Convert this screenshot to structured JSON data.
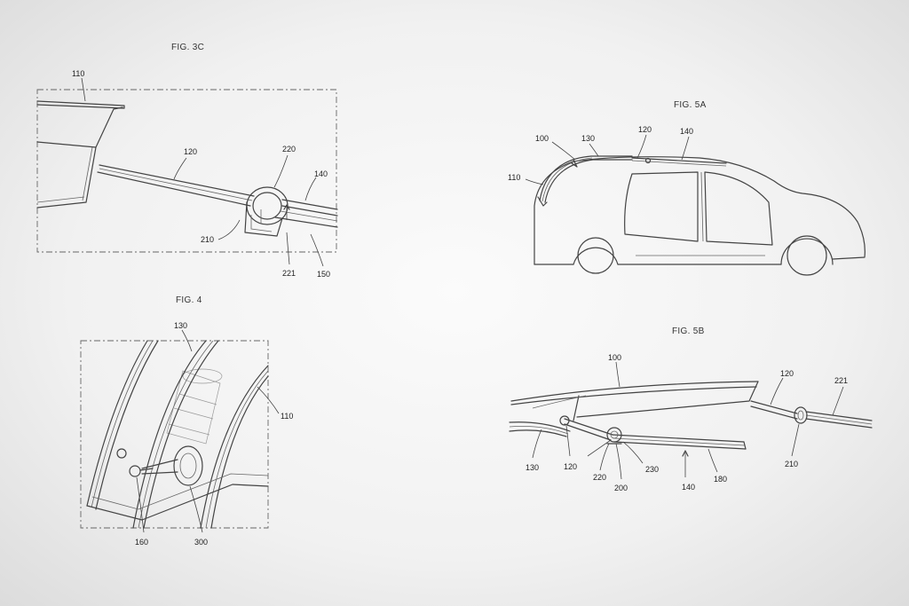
{
  "figures": {
    "fig3c": {
      "title": "FIG. 3C",
      "refs": {
        "r110": "110",
        "r120": "120",
        "r220": "220",
        "r140": "140",
        "r210": "210",
        "r221": "221",
        "r150": "150"
      }
    },
    "fig4": {
      "title": "FIG. 4",
      "refs": {
        "r130": "130",
        "r110": "110",
        "r160": "160",
        "r300": "300"
      }
    },
    "fig5a": {
      "title": "FIG. 5A",
      "refs": {
        "r100": "100",
        "r130": "130",
        "r120": "120",
        "r140": "140",
        "r110": "110"
      }
    },
    "fig5b": {
      "title": "FIG. 5B",
      "refs": {
        "r100": "100",
        "r120": "120",
        "r221": "221",
        "r130": "130",
        "r120b": "120",
        "r220": "220",
        "r200": "200",
        "r230": "230",
        "r140": "140",
        "r180": "180",
        "r210": "210"
      }
    }
  }
}
